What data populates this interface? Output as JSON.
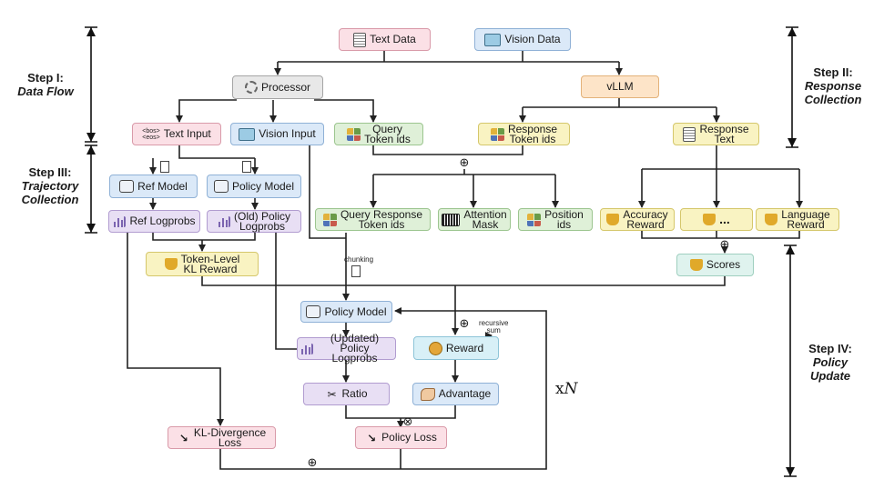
{
  "colors": {
    "pink": {
      "fill": "#fbe0e6",
      "stroke": "#d99aa9"
    },
    "blue": {
      "fill": "#dbe9f8",
      "stroke": "#8fb1d6"
    },
    "grey": {
      "fill": "#e8e8e8",
      "stroke": "#a5a5a5"
    },
    "orange": {
      "fill": "#fde4c8",
      "stroke": "#e3b27a"
    },
    "green": {
      "fill": "#dff0d8",
      "stroke": "#9cc58f"
    },
    "yellow": {
      "fill": "#f9f3c2",
      "stroke": "#d5c76b"
    },
    "purple": {
      "fill": "#e8dff4",
      "stroke": "#b19cd0"
    },
    "mint": {
      "fill": "#dff3ee",
      "stroke": "#9fcfbf"
    },
    "cyan": {
      "fill": "#d8f0f7",
      "stroke": "#8dc4d8"
    },
    "wire": "#222222"
  },
  "nodes": {
    "text_data": {
      "label": "Text Data",
      "icon": "doc-icon"
    },
    "vision_data": {
      "label": "Vision Data",
      "icon": "image-icon"
    },
    "processor": {
      "label": "Processor",
      "icon": "gear-icon"
    },
    "vllm": {
      "label": "vLLM",
      "icon": "vllm-icon"
    },
    "text_input": {
      "label": "Text Input",
      "prefix": "<bos>\n<eos>"
    },
    "vision_input": {
      "label": "Vision Input",
      "icon": "image-icon"
    },
    "query_token_ids": {
      "label": "Query\nToken ids",
      "icon": "tokens-icon"
    },
    "response_token_ids": {
      "label": "Response\nToken ids",
      "icon": "tokens-icon"
    },
    "response_text": {
      "label": "Response\nText",
      "icon": "doc-icon"
    },
    "ref_model": {
      "label": "Ref Model",
      "icon": "robot-icon"
    },
    "policy_model_top": {
      "label": "Policy Model",
      "icon": "robot-icon"
    },
    "ref_logprobs": {
      "label": "Ref Logprobs",
      "icon": "bars-icon"
    },
    "old_policy_logprobs": {
      "label": "(Old) Policy\nLogprobs",
      "icon": "bars-icon"
    },
    "query_response_token_ids": {
      "label": "Query Response\nToken ids",
      "icon": "tokens-icon"
    },
    "attention_mask": {
      "label": "Attention\nMask",
      "icon": "mask-icon"
    },
    "position_ids": {
      "label": "Position\nids",
      "icon": "tokens-icon"
    },
    "accuracy_reward": {
      "label": "Accuracy\nReward",
      "icon": "trophy-icon"
    },
    "ellipsis_reward": {
      "label": "...",
      "icon": "trophy-icon"
    },
    "language_reward": {
      "label": "Language\nReward",
      "icon": "trophy-icon"
    },
    "token_level_kl_reward": {
      "label": "Token-Level\nKL Reward",
      "icon": "trophy-icon"
    },
    "scores": {
      "label": "Scores",
      "icon": "trophy-icon"
    },
    "policy_model": {
      "label": "Policy Model",
      "icon": "robot-icon"
    },
    "updated_policy_logprobs": {
      "label": "(Updated)\nPolicy Logprobs",
      "icon": "bars-icon"
    },
    "reward": {
      "label": "Reward",
      "icon": "medal-icon"
    },
    "ratio": {
      "label": "Ratio",
      "icon": "scissors-icon"
    },
    "advantage": {
      "label": "Advantage",
      "icon": "muscle-icon"
    },
    "kl_divergence_loss": {
      "label": "KL-Divergence\nLoss",
      "icon": "trend-down-icon"
    },
    "policy_loss": {
      "label": "Policy Loss",
      "icon": "trend-down-icon"
    }
  },
  "annotations": {
    "chunking": "chunking",
    "recursive_sum": "recursive\nsum",
    "plus": "⊕",
    "times": "⊗",
    "repeat": "x",
    "repeat_var": "N"
  },
  "steps": {
    "step1": {
      "title": "Step I:",
      "subtitle": "Data Flow"
    },
    "step2": {
      "title": "Step II:",
      "subtitle": "Response\nCollection"
    },
    "step3": {
      "title": "Step III:",
      "subtitle": "Trajectory\nCollection"
    },
    "step4": {
      "title": "Step IV:",
      "subtitle": "Policy\nUpdate"
    }
  }
}
